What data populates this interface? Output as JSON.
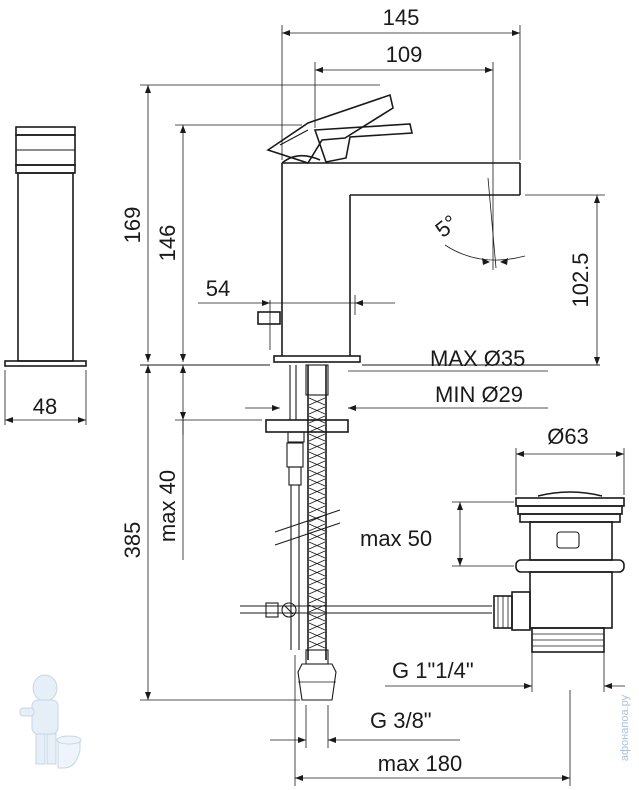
{
  "dimensions": {
    "overall_width": "145",
    "spout_reach": "109",
    "total_height": "169",
    "lever_height": "146",
    "pop_up_rod": "54",
    "spout_height": "102.5",
    "spout_angle": "5°",
    "base_depth": "48",
    "hole_max": "MAX Ø35",
    "hole_min": "MIN Ø29",
    "deck_thickness": "max 40",
    "hose_length": "385",
    "waste_diameter": "Ø63",
    "waste_height": "max 50",
    "waste_thread": "G 1\"1/4\"",
    "hose_thread": "G 3/8\"",
    "rod_reach": "max 180"
  },
  "watermark": {
    "text": "aфoнапоа.ру",
    "icon": "plumber-mascot-icon"
  }
}
